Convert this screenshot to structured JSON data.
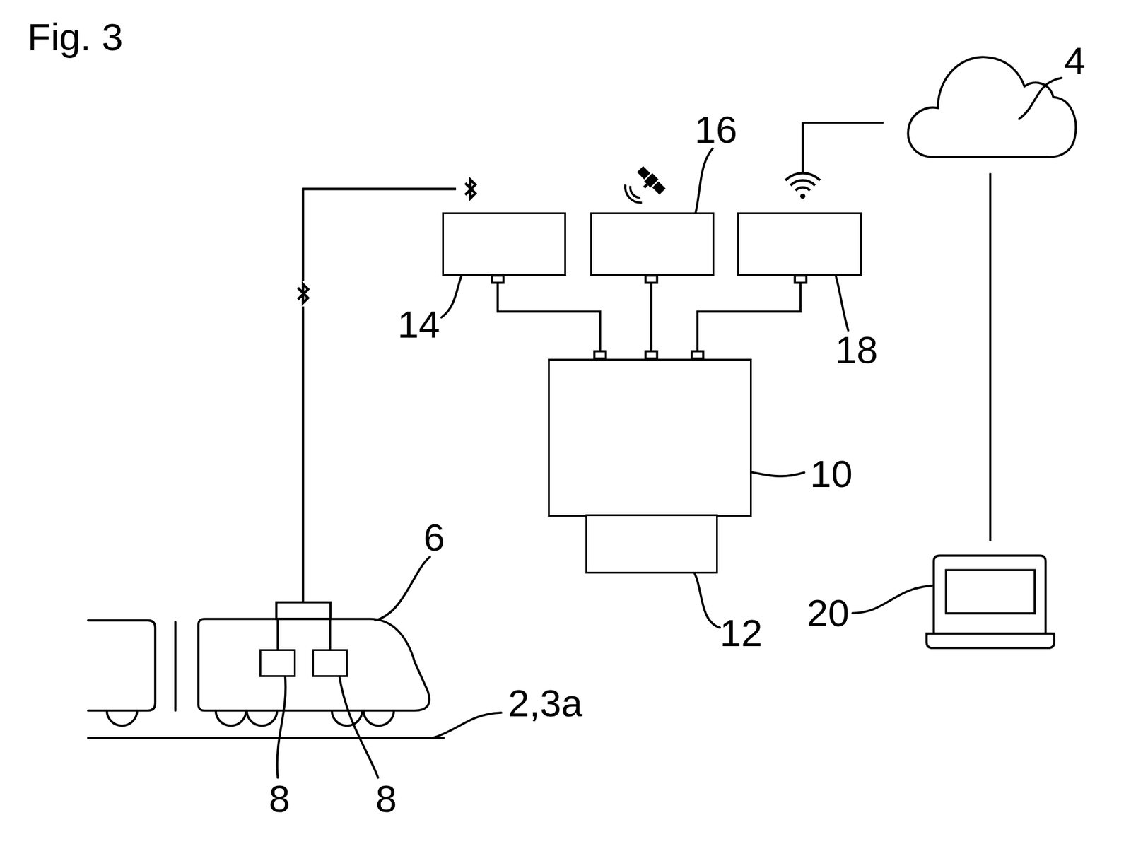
{
  "diagram": {
    "title": "Fig. 3",
    "nodes": [
      {
        "text": [
          "14"
        ]
      },
      {
        "text": [
          "16"
        ]
      },
      {
        "text": [
          "18"
        ]
      },
      {
        "text": [
          "10"
        ]
      },
      {
        "text": [
          "12"
        ]
      },
      {
        "text": [
          "4"
        ]
      },
      {
        "text": [
          "20"
        ]
      },
      {
        "text": [
          "6"
        ]
      },
      {
        "text": [
          "8"
        ],
        "in": 7
      },
      {
        "text": [
          "8"
        ],
        "in": 7
      }
    ],
    "edges": [
      {
        "from": 0,
        "to": 3,
        "arrow": "none"
      },
      {
        "from": 1,
        "to": 3,
        "arrow": "none"
      },
      {
        "from": 2,
        "to": 3,
        "arrow": "none"
      },
      {
        "from": 8,
        "to": 0,
        "arrow": "none"
      },
      {
        "from": 9,
        "to": 0,
        "arrow": "none"
      },
      {
        "from": 2,
        "to": 5,
        "arrow": "none"
      },
      {
        "from": 5,
        "to": 6,
        "arrow": "none"
      }
    ],
    "labels": [
      "2,3a"
    ]
  }
}
